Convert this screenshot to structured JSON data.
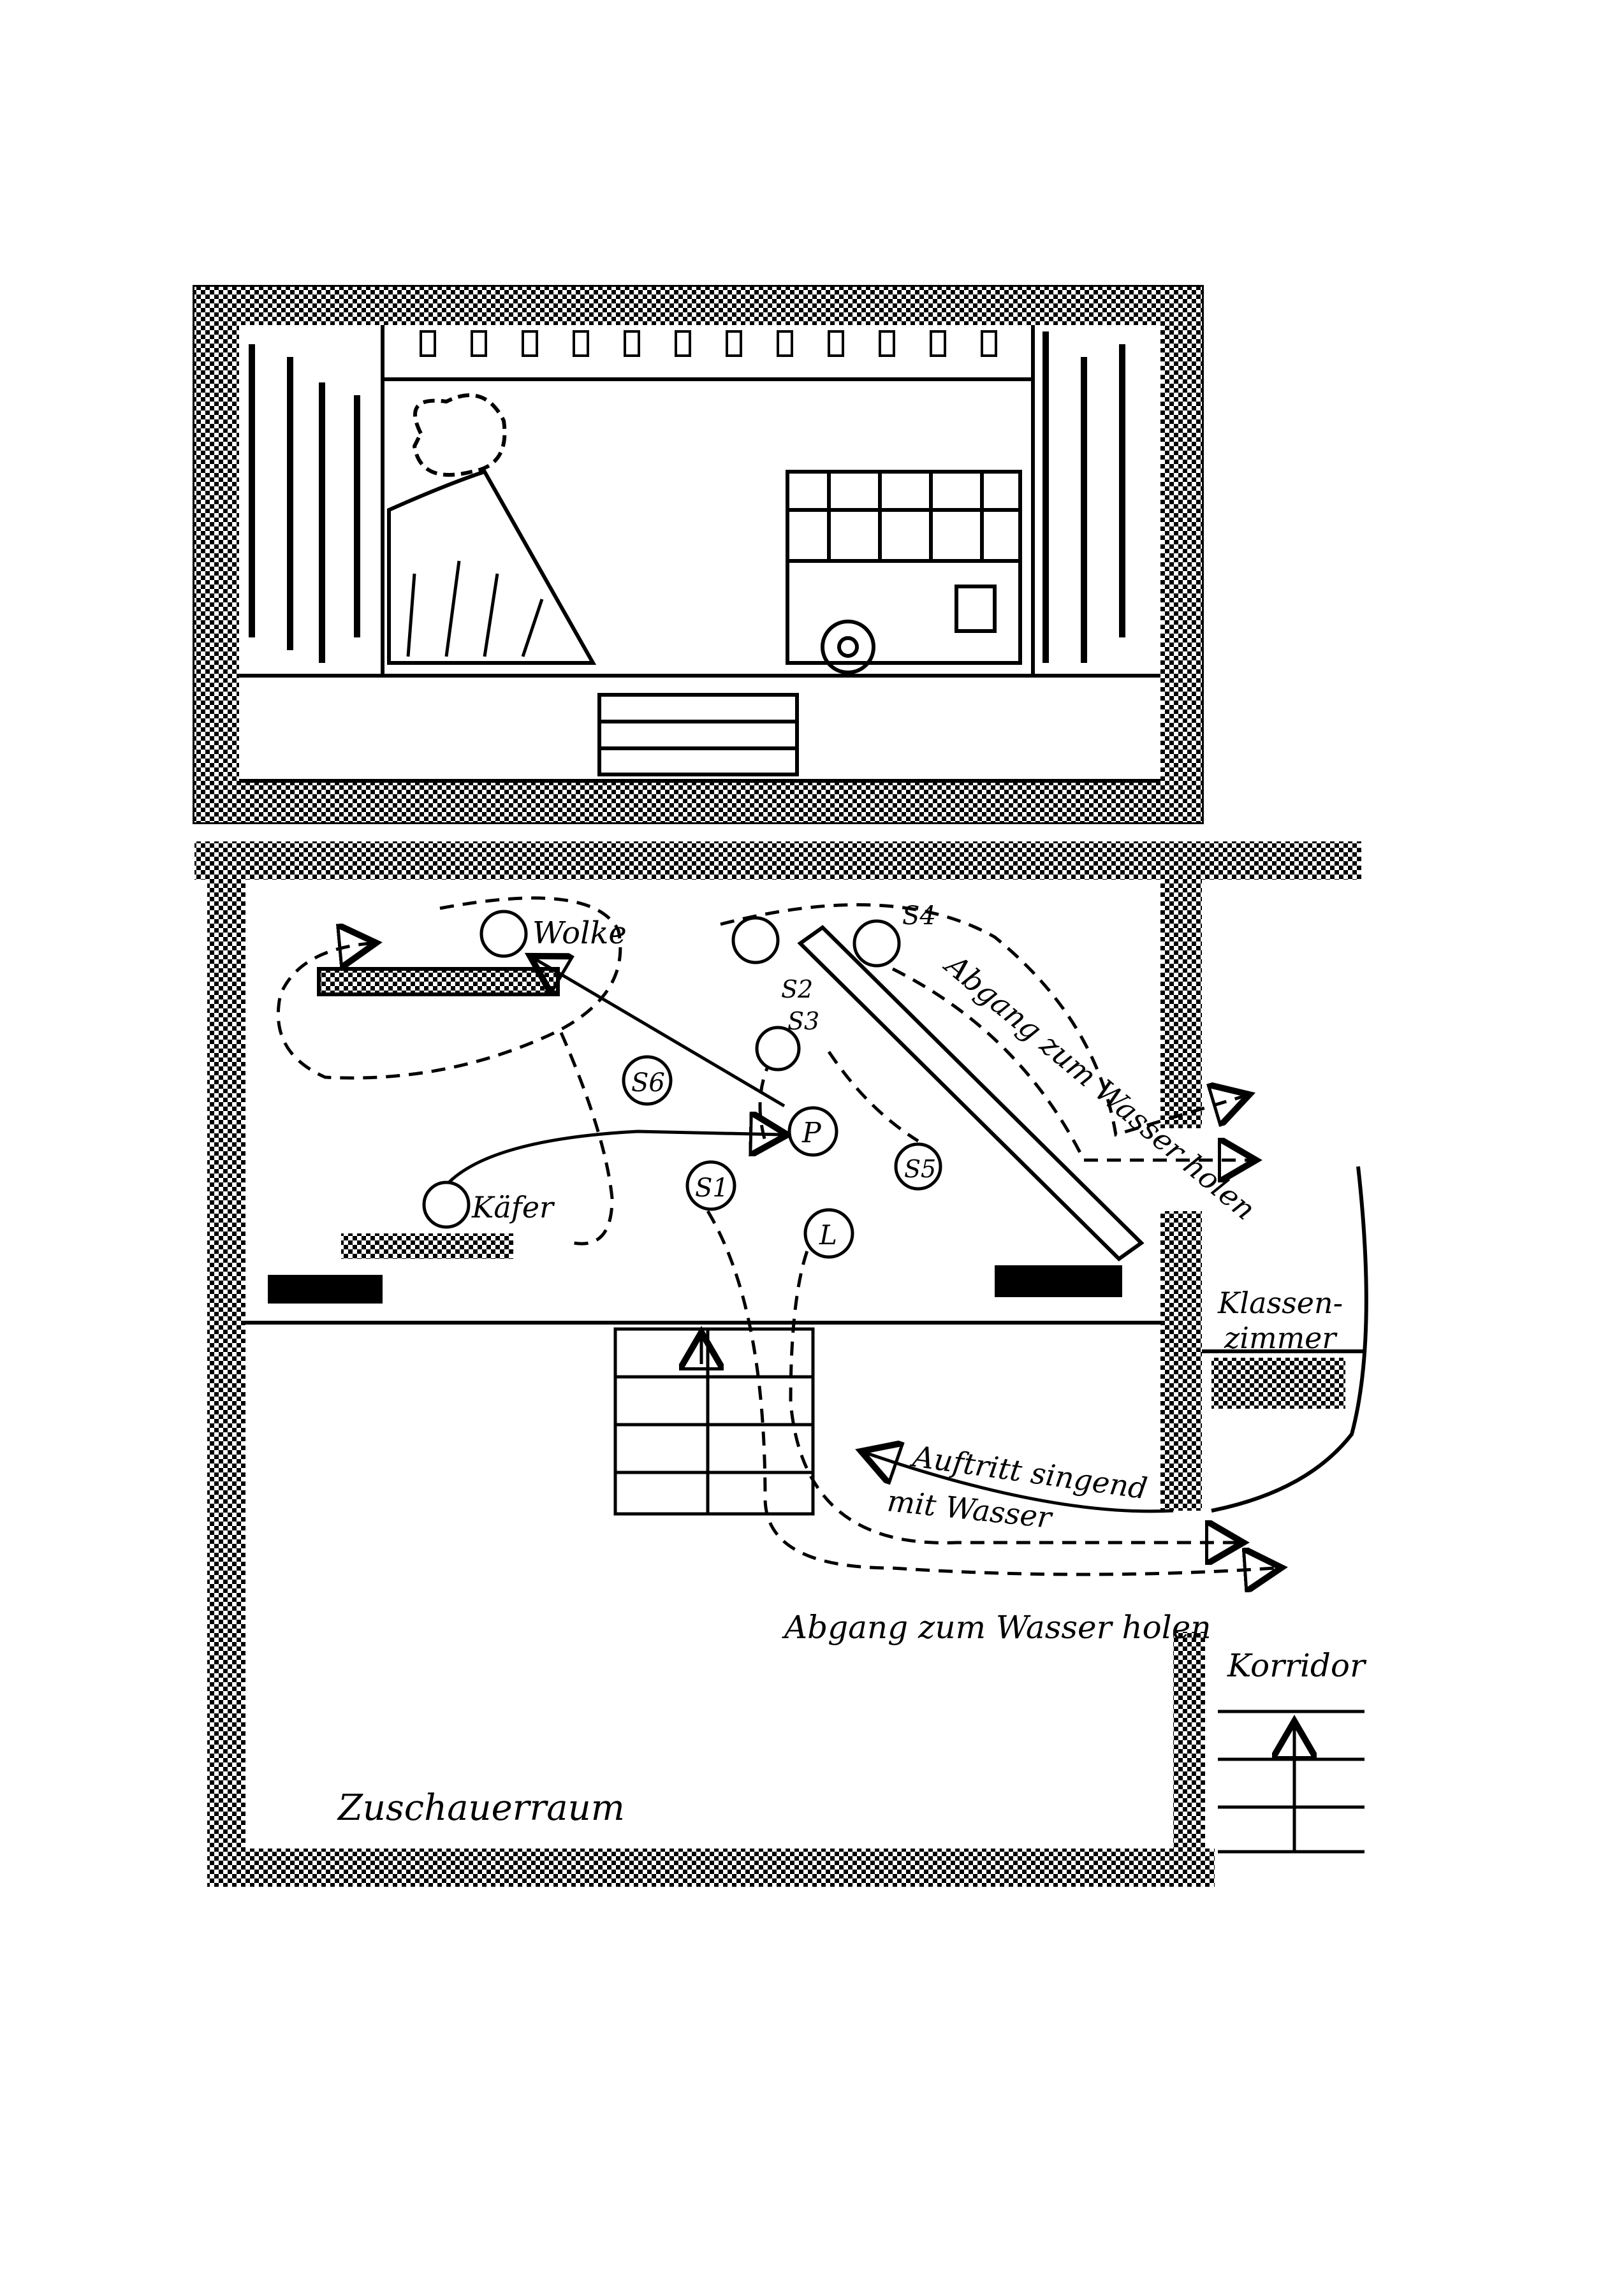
{
  "labels": {
    "wolke": "Wolke",
    "kaefer": "Käfer",
    "p": "P",
    "s1": "S1",
    "s2": "S2",
    "s3": "S3",
    "s4": "S4",
    "s5": "S5",
    "s6": "S6",
    "l": "L",
    "abgang_top": "Abgang zum Wasser holen",
    "klassenzimmer_1": "Klassen-",
    "klassenzimmer_2": "zimmer",
    "auftritt_1": "Auftritt singend",
    "auftritt_2": "mit Wasser",
    "abgang_bottom": "Abgang zum Wasser holen",
    "korridor": "Korridor",
    "zuschauerraum": "Zuschauerraum"
  },
  "colors": {
    "ink": "#000000",
    "paper": "#ffffff"
  }
}
